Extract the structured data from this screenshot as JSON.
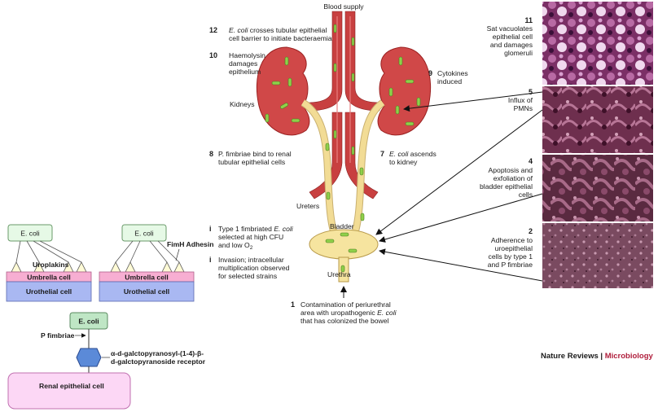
{
  "left_diagram": {
    "ecoli_1": "E. coli",
    "ecoli_2": "E. coli",
    "fimh_adhesin": "FimH Adhesin",
    "uroplakins": "Uroplakins",
    "umbrella_cell_1": "Umbrella cell",
    "umbrella_cell_2": "Umbrella cell",
    "urothelial_cell_1": "Urothelial cell",
    "urothelial_cell_2": "Urothelial cell",
    "ecoli_3": "E. coli",
    "p_fimbriae": "P fimbriae",
    "receptor_line1": "α-d-galctopyranosyl-(1-4)-β-",
    "receptor_line2": "d-galctopyranoside receptor",
    "renal_epithelial_cell": "Renal epithelial cell"
  },
  "main_diagram": {
    "blood_supply": "Blood supply",
    "kidneys": "Kidneys",
    "ureters": "Ureters",
    "bladder": "Bladder",
    "urethra": "Urethra",
    "step12": {
      "num": "12",
      "l1a": "E. coli",
      "l1b": " crosses tubular epithelial",
      "l2": "cell barrier to initiate bacteraemia"
    },
    "step10": {
      "num": "10",
      "l1": "Haemolysin",
      "l2": "damages",
      "l3": "epithelium"
    },
    "step9": {
      "num": "9",
      "l1": "Cytokines",
      "l2": "induced"
    },
    "step8": {
      "num": "8",
      "l1": "P. fimbriae bind to renal",
      "l2": "tubular epithelial cells"
    },
    "step7": {
      "num": "7",
      "l1a": "E. coli",
      "l1b": " ascends",
      "l2": "to kidney"
    },
    "step_type1": {
      "num": "i",
      "l1a": "Type 1 fimbriated ",
      "l1b": "E. coli",
      "l2": "selected at high CFU",
      "l3a": "and low O",
      "l3sub": "2"
    },
    "step_invasion": {
      "num": "i",
      "l1": "Invasion; intracellular",
      "l2": "multiplication observed",
      "l3": "for selected strains"
    },
    "step1": {
      "num": "1",
      "l1": "Contamination of periurethral",
      "l2a": "area with uropathogenic ",
      "l2b": "E. coli",
      "l3": "that has colonized the bowel"
    }
  },
  "panels": {
    "p11": {
      "num": "11",
      "l1": "Sat vacuolates",
      "l2": "epithelial cell",
      "l3": "and damages",
      "l4": "glomeruli"
    },
    "p5": {
      "num": "5",
      "l1": "Influx of",
      "l2": "PMNs"
    },
    "p4": {
      "num": "4",
      "l1": "Apoptosis and",
      "l2": "exfoliation of",
      "l3": "bladder epithelial",
      "l4": "cells"
    },
    "p2": {
      "num": "2",
      "l1": "Adherence to",
      "l2": "uroepithelial",
      "l3": "cells by type 1",
      "l4": "and P fimbriae"
    }
  },
  "credit": {
    "a": "Nature Reviews",
    "sep": " | ",
    "b": "Microbiology"
  },
  "colors": {
    "kidney": "#d04848",
    "kidney_dark": "#9a2020",
    "ureter": "#f2dc95",
    "bacterium": "#8fd04a",
    "micrograph": "#7a3a5e",
    "ecoli_box": "#e6f9e6",
    "umbrella": "#f7aed2",
    "urothelial": "#a9b8f2",
    "renal": "#fcd7f5",
    "receptor": "#5b8ad8",
    "credit_accent": "#b01e3c"
  }
}
